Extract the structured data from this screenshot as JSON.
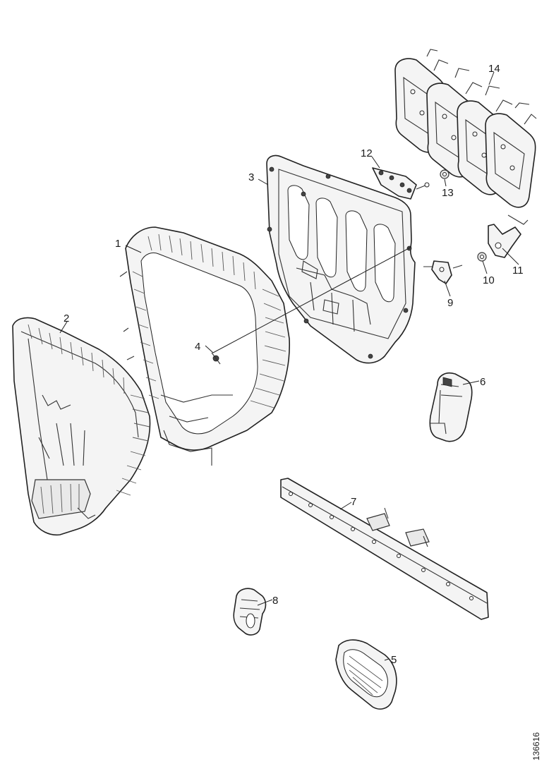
{
  "diagram": {
    "callouts": [
      {
        "id": "callout-1",
        "text": "1"
      },
      {
        "id": "callout-2",
        "text": "2"
      },
      {
        "id": "callout-3",
        "text": "3"
      },
      {
        "id": "callout-4",
        "text": "4"
      },
      {
        "id": "callout-5",
        "text": "5"
      },
      {
        "id": "callout-6",
        "text": "6"
      },
      {
        "id": "callout-7",
        "text": "7"
      },
      {
        "id": "callout-8",
        "text": "8"
      },
      {
        "id": "callout-9",
        "text": "9"
      },
      {
        "id": "callout-10",
        "text": "10"
      },
      {
        "id": "callout-11",
        "text": "11"
      },
      {
        "id": "callout-12",
        "text": "12"
      },
      {
        "id": "callout-13",
        "text": "13"
      },
      {
        "id": "callout-14",
        "text": "14"
      }
    ],
    "figure_code": "136616"
  }
}
